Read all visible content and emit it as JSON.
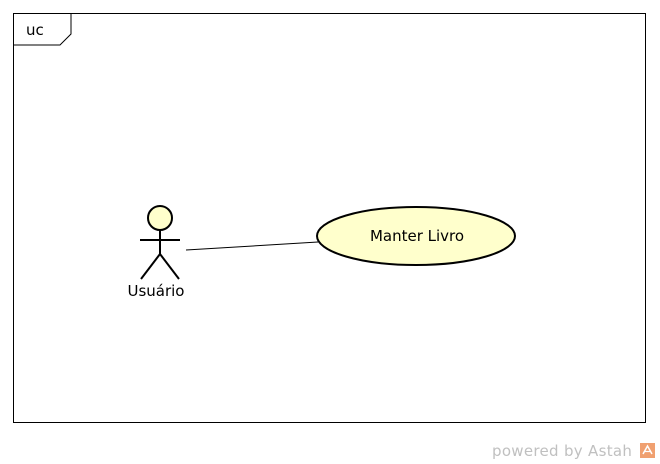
{
  "frame": {
    "label": "uc"
  },
  "actor": {
    "name": "Usuário",
    "fill": "#ffffcc"
  },
  "use_case": {
    "name": "Manter Livro",
    "fill": "#ffffcc"
  },
  "association": {
    "from": "Usuário",
    "to": "Manter Livro"
  },
  "watermark": {
    "text": "powered by Astah",
    "color": "#c0c0c0",
    "logo_color": "#f0a070"
  }
}
